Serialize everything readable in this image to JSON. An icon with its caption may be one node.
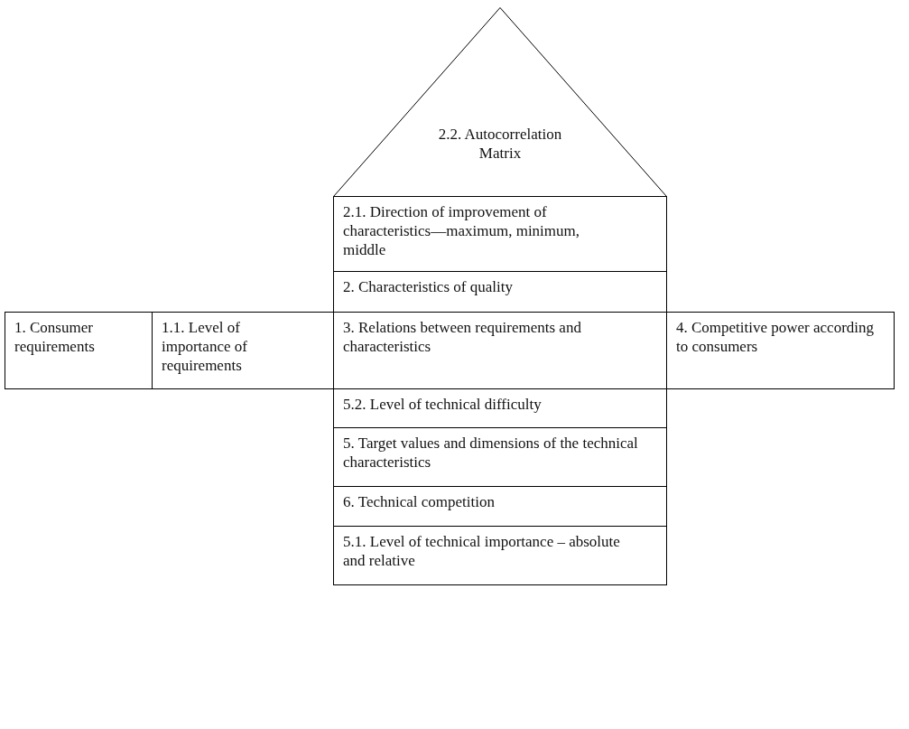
{
  "diagram": {
    "nodes": [
      {
        "text": [
          "2.2. Autocorrelation Matrix"
        ]
      },
      {
        "text": [
          "2.1. Direction of improvement of characteristics—maximum, minimum, middle"
        ]
      },
      {
        "text": [
          "2. Characteristics of quality"
        ]
      },
      {
        "text": [
          "1. Consumer requirements"
        ]
      },
      {
        "text": [
          "1.1. Level of importance of requirements"
        ]
      },
      {
        "text": [
          "3. Relations between requirements and characteristics"
        ]
      },
      {
        "text": [
          "4. Competitive power according to consumers"
        ]
      },
      {
        "text": [
          "5.2. Level of technical difficulty"
        ]
      },
      {
        "text": [
          "5. Target values and dimensions of the technical characteristics"
        ]
      },
      {
        "text": [
          "6. Technical competition"
        ]
      },
      {
        "text": [
          "5.1. Level of technical importance – absolute and relative"
        ]
      }
    ]
  }
}
